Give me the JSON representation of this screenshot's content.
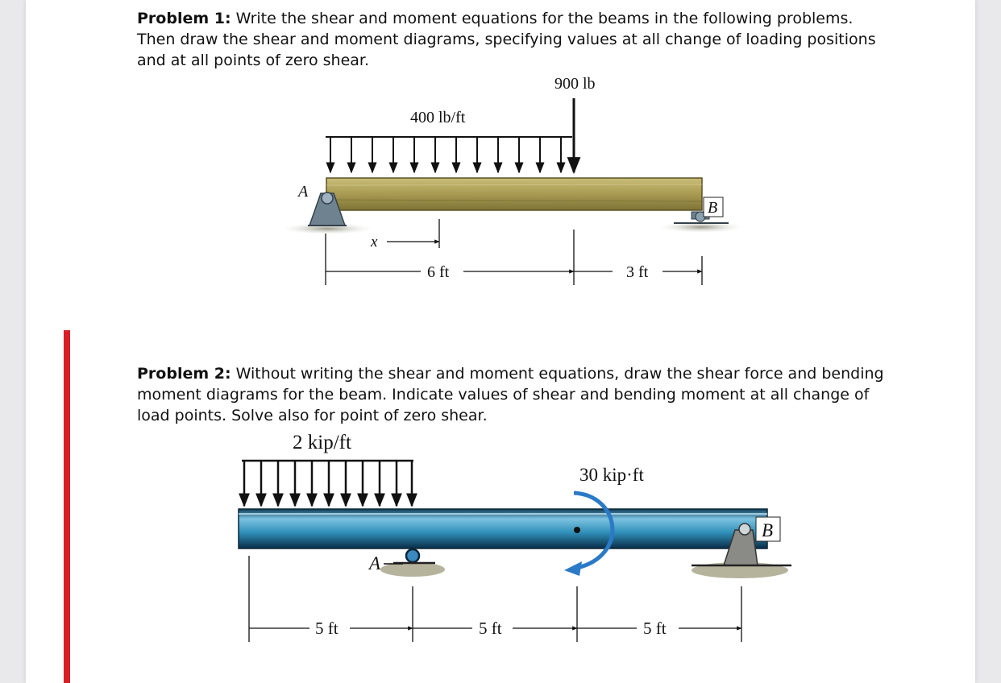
{
  "problem1": {
    "label": "Problem 1:",
    "text": " Write the shear and moment equations for the beams in the following problems. Then draw the shear and moment diagrams, specifying values at all change of loading positions and at all points of zero shear.",
    "figure": {
      "point_load": "900 lb",
      "distributed_load": "400 lb/ft",
      "support_left": "A",
      "support_right": "B",
      "x_label": "x",
      "dim_left": "6 ft",
      "dim_right": "3 ft"
    }
  },
  "problem2": {
    "label": "Problem 2:",
    "text": " Without writing the shear and moment equations, draw the shear force and bending moment diagrams for the beam. Indicate values of shear and bending moment at all change of load points. Solve also for point of zero shear.",
    "figure": {
      "distributed_load": "2 kip/ft",
      "couple": "30 kip·ft",
      "support_left": "A",
      "support_right": "B",
      "dim_1": "5 ft",
      "dim_2": "5 ft",
      "dim_3": "5 ft"
    }
  },
  "colors": {
    "red_bar": "#d81e27",
    "beam1_wood": "#a89a52",
    "beam2_steel": "#2f8fb8",
    "moment_arrow": "#2b7ac7"
  }
}
